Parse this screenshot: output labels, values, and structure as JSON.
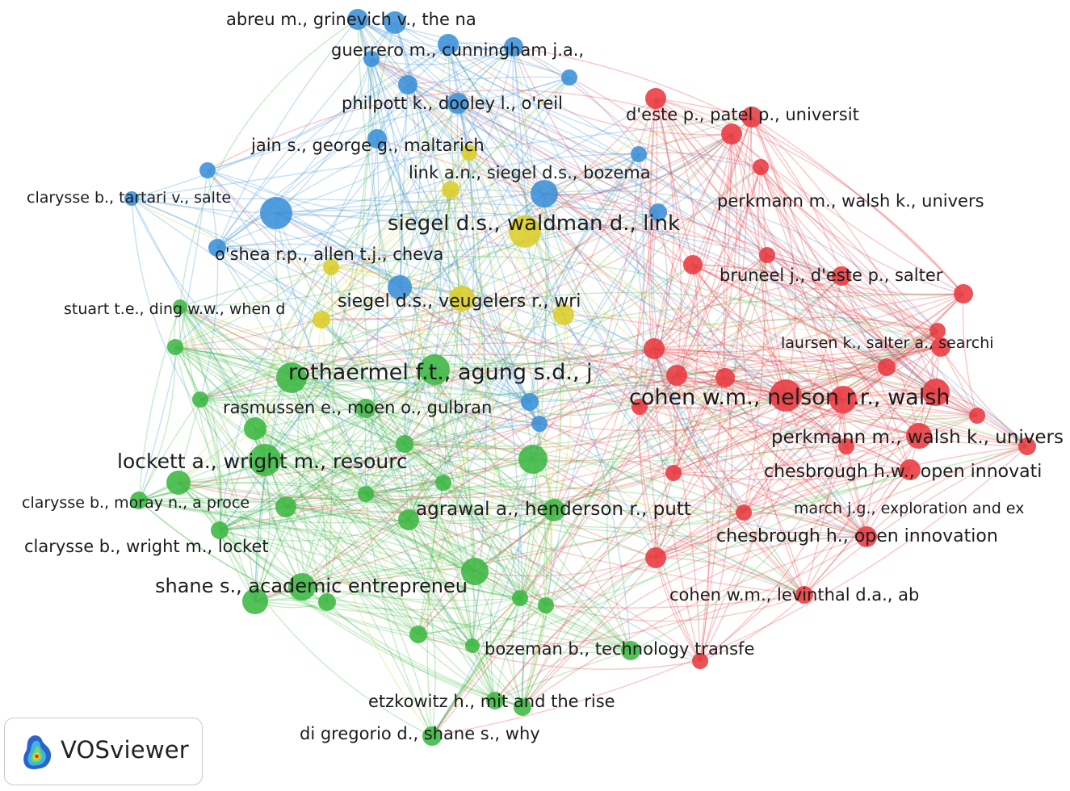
{
  "app": {
    "logo_text": "VOSviewer"
  },
  "colors": {
    "red": "#e8393f",
    "blue": "#3a8fd8",
    "green": "#3cb742",
    "yellow": "#dccd2a"
  },
  "clusters": [
    "red",
    "blue",
    "green",
    "yellow"
  ],
  "labels": {
    "abreu": "abreu m., grinevich v., the na",
    "guerrero": "guerrero m., cunningham j.a.,",
    "philpott": "philpott k., dooley l., o'reil",
    "jain": "jain s., george g., maltarich",
    "link_an": "link a.n., siegel d.s., bozema",
    "clarysse_tartari": "clarysse b., tartari v., salte",
    "siegel_waldman": "siegel d.s., waldman d., link",
    "oshea": "o'shea r.p., allen t.j., cheva",
    "siegel_veugelers": "siegel d.s., veugelers r., wri",
    "stuart": "stuart t.e., ding w.w., when d",
    "rothaermel": "rothaermel f.t., agung s.d., j",
    "rasmussen": "rasmussen e., moen o., gulbran",
    "lockett": "lockett a., wright m., resourc",
    "clarysse_moray": "clarysse b., moray n., a proce",
    "agrawal": "agrawal a., henderson r., putt",
    "clarysse_wright": "clarysse b., wright m., locket",
    "shane": "shane s., academic entrepreneu",
    "bozeman": "bozeman b., technology transfe",
    "etzkowitz": "etzkowitz h., mit and the rise",
    "digregorio": "di gregorio d., shane s., why",
    "deste_patel": "d'este p., patel p., universit",
    "perkmann_1": "perkmann m., walsh k., univers",
    "bruneel": "bruneel j., d'este p., salter",
    "laursen": "laursen k., salter a., searchi",
    "cohen_nelson": "cohen w.m., nelson r.r., walsh",
    "perkmann_2": "perkmann m., walsh k., univers",
    "chesbrough_hw": "chesbrough h.w., open innovati",
    "march": "march j.g., exploration and ex",
    "chesbrough_h": "chesbrough h., open innovation",
    "cohen_levinthal": "cohen w.m., levinthal d.a., ab"
  }
}
